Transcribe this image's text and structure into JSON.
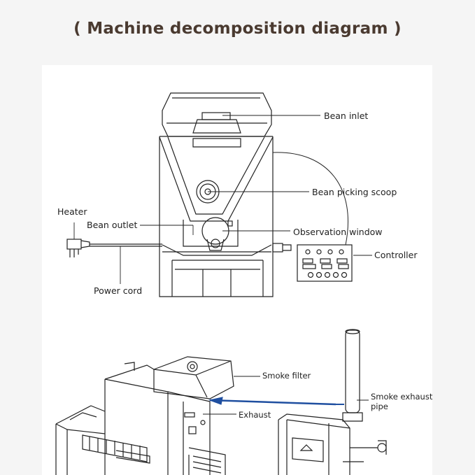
{
  "title": "( Machine decomposition diagram )",
  "labels": {
    "bean_inlet": "Bean inlet",
    "bean_picking_scoop": "Bean picking scoop",
    "heater": "Heater",
    "bean_outlet": "Bean outlet",
    "observation_window": "Observation window",
    "controller": "Controller",
    "power_cord": "Power cord",
    "smoke_filter": "Smoke filter",
    "smoke_exhaust_pipe_1": "Smoke exhaust",
    "smoke_exhaust_pipe_2": "pipe",
    "exhaust": "Exhaust"
  },
  "colors": {
    "title": "#4a3a30",
    "line": "#222222",
    "arrow": "#1f4fa0",
    "background": "#f5f5f5",
    "panel": "#ffffff"
  }
}
